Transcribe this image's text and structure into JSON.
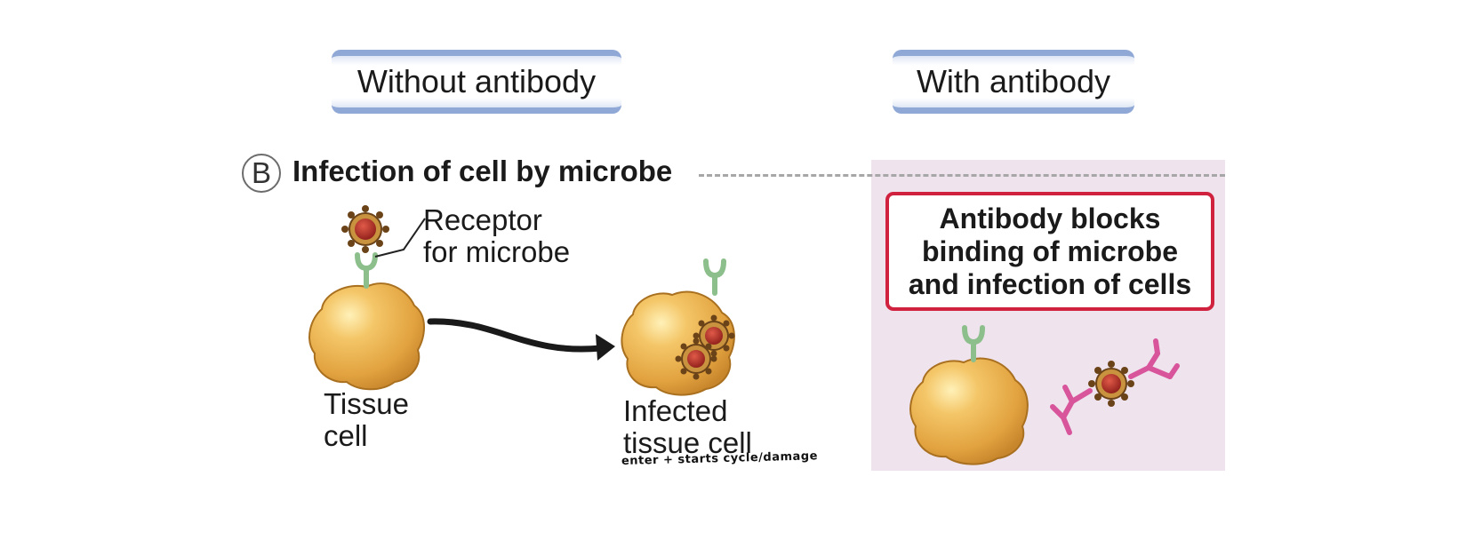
{
  "headers": {
    "without": "Without antibody",
    "with": "With antibody"
  },
  "section": {
    "letter": "B",
    "title": "Infection of cell by microbe"
  },
  "labels": {
    "receptor": [
      "Receptor",
      "for microbe"
    ],
    "tissue_cell": [
      "Tissue",
      "cell"
    ],
    "infected_cell": [
      "Infected",
      "tissue cell"
    ]
  },
  "note": [
    "Antibody blocks",
    "binding of microbe",
    "and infection of cells"
  ],
  "handwritten_note": "enter + starts cycle/damage",
  "colors": {
    "header_border": "#8fa8d6",
    "panel_bg": "#efe3ee",
    "note_border": "#d0223e",
    "cell_fill": "#e7b14f",
    "microbe_core": "#b5322b",
    "receptor": "#8cbf8c",
    "antibody": "#d8549b"
  }
}
